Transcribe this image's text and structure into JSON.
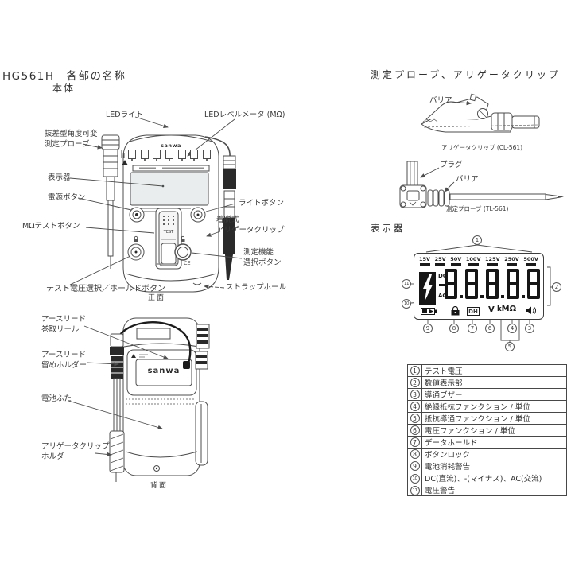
{
  "page": {
    "title": "HG561H　各部の名称",
    "subtitle": "本体"
  },
  "front_view": {
    "caption": "正面",
    "device": {
      "brand": "sanwa",
      "test_label": "TEST",
      "ce_mark": "CE"
    },
    "labels": {
      "led_light": "LEDライト",
      "led_level_meter": "LEDレベルメータ (MΩ)",
      "probe_line1": "抜差型角度可変",
      "probe_line2": "測定プローブ",
      "display": "表示器",
      "power_button": "電源ボタン",
      "mohm_test_button": "MΩテストボタン",
      "test_voltage_hold": "テスト電圧選択／ホールドボタン",
      "light_button": "ライトボタン",
      "alligator_line1": "着脱式",
      "alligator_line2": "アリゲータクリップ",
      "function_line1": "測定機能",
      "function_line2": "選択ボタン",
      "strap_hole": "ストラップホール"
    }
  },
  "back_view": {
    "caption": "背面",
    "device": {
      "brand": "sanwa"
    },
    "labels": {
      "reel_line1": "アースリード",
      "reel_line2": "巻取リール",
      "holder_line1": "アースリード",
      "holder_line2": "留めホルダー",
      "battery_lid": "電池ふた",
      "clip_holder_line1": "アリゲータクリップ",
      "clip_holder_line2": "ホルダ"
    }
  },
  "accessories": {
    "heading": "測定プローブ、アリゲータクリップ",
    "alligator_clip": {
      "barrier": "バリア",
      "caption": "アリゲータクリップ (CL-561)"
    },
    "probe": {
      "plug": "プラグ",
      "barrier": "バリア",
      "caption": "測定プローブ (TL-561)"
    }
  },
  "display_section": {
    "heading": "表示器",
    "lcd": {
      "voltages": [
        "15V",
        "25V",
        "50V",
        "100V",
        "125V",
        "250V",
        "500V"
      ],
      "dc": "DC",
      "minus": "−",
      "ac": "AC",
      "digits": "88888",
      "data_hold": "DH",
      "volt_unit": "V",
      "kilo": "k",
      "mega": "M",
      "ohm": "Ω"
    },
    "callouts": [
      "1",
      "2",
      "3",
      "4",
      "5",
      "6",
      "7",
      "8",
      "9",
      "10",
      "11"
    ]
  },
  "legend_table": {
    "rows": [
      {
        "num": "1",
        "label": "テスト電圧"
      },
      {
        "num": "2",
        "label": "数値表示部"
      },
      {
        "num": "3",
        "label": "導通ブザー"
      },
      {
        "num": "4",
        "label": "絶縁抵抗ファンクション / 単位"
      },
      {
        "num": "5",
        "label": "抵抗導通ファンクション / 単位"
      },
      {
        "num": "6",
        "label": "電圧ファンクション / 単位"
      },
      {
        "num": "7",
        "label": "データホールド"
      },
      {
        "num": "8",
        "label": "ボタンロック"
      },
      {
        "num": "9",
        "label": "電池消耗警告"
      },
      {
        "num": "10",
        "label": "DC(直流)、-(マイナス)、AC(交流)"
      },
      {
        "num": "11",
        "label": "電圧警告"
      }
    ]
  }
}
